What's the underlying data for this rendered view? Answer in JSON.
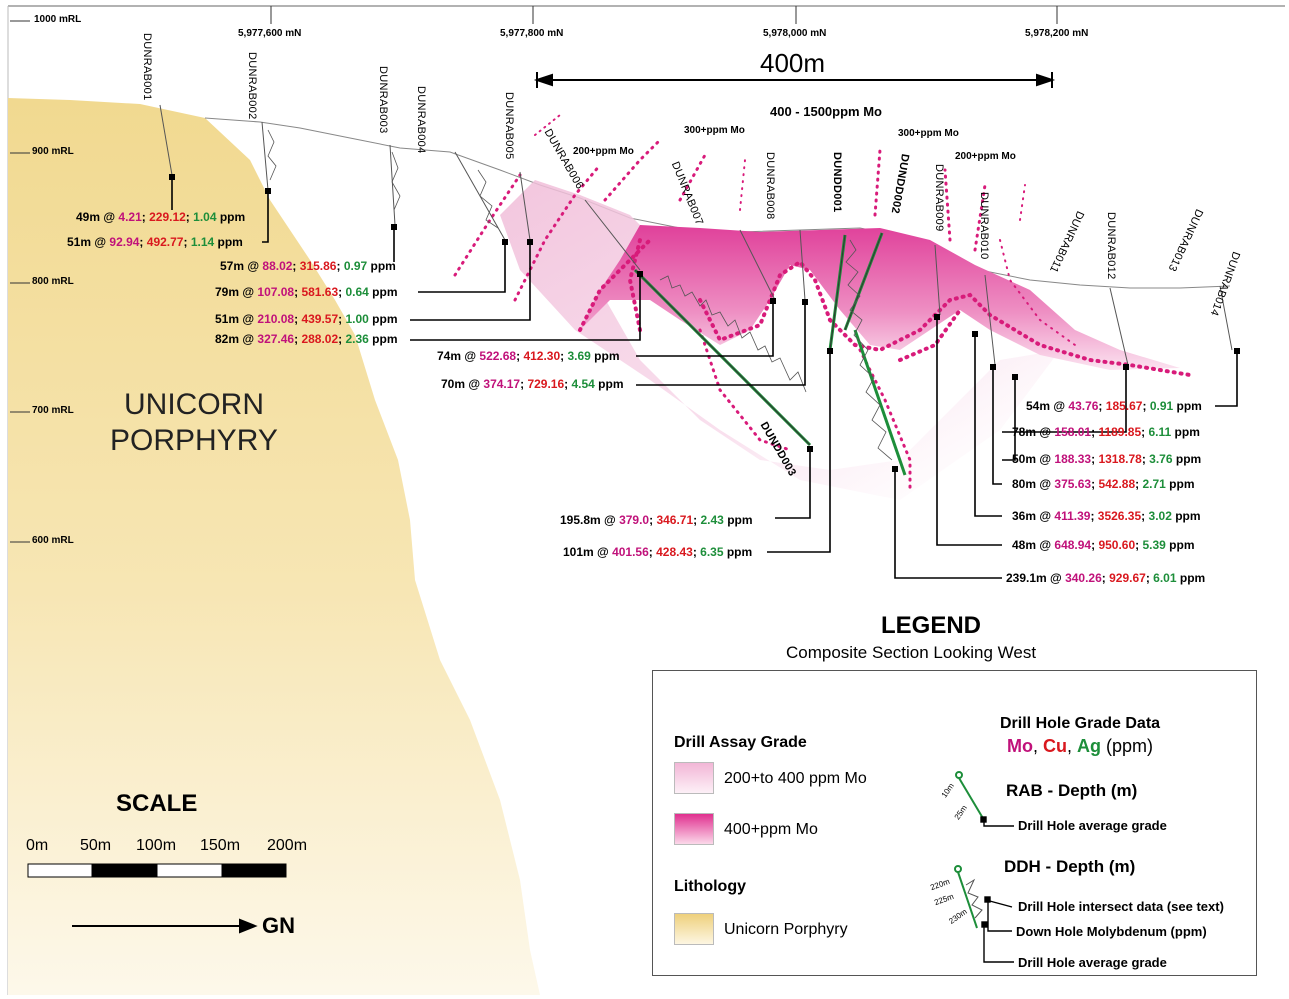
{
  "section_labels": {
    "rl_labels": [
      "1000 mRL",
      "900 mRL",
      "800 mRL",
      "700 mRL",
      "600 mRL"
    ],
    "northings": [
      "5,977,600 mN",
      "5,977,800 mN",
      "5,978,000 mN",
      "5,978,200 mN"
    ],
    "scale_bar_400": "400m",
    "range_label": "400 - 1500ppm Mo",
    "thresholds": [
      "200+ppm Mo",
      "300+ppm Mo",
      "300+ppm Mo",
      "200+ppm Mo"
    ],
    "rock_name_line1": "UNICORN",
    "rock_name_line2": "PORPHYRY"
  },
  "drill_holes": [
    "DUNRAB001",
    "DUNRAB002",
    "DUNRAB003",
    "DUNRAB004",
    "DUNRAB005",
    "DUNRAB006",
    "DUNRAB007",
    "DUNRAB008",
    "DUNDD001",
    "DUNDD002",
    "DUNRAB009",
    "DUNRAB010",
    "DUNRAB011",
    "DUNRAB012",
    "DUNRAB013",
    "DUNRAB014",
    "DUNDD003"
  ],
  "assays": [
    {
      "len": "49m @ ",
      "mo": "4.21",
      "cu": "229.12",
      "ag": "1.04",
      "unit": " ppm"
    },
    {
      "len": "51m @ ",
      "mo": "92.94",
      "cu": "492.77",
      "ag": "1.14",
      "unit": " ppm"
    },
    {
      "len": "57m @ ",
      "mo": "88.02",
      "cu": "315.86",
      "ag": "0.97",
      "unit": " ppm"
    },
    {
      "len": "79m @ ",
      "mo": "107.08",
      "cu": "581.63",
      "ag": "0.64",
      "unit": " ppm"
    },
    {
      "len": "51m @ ",
      "mo": "210.08",
      "cu": "439.57",
      "ag": "1.00",
      "unit": " ppm"
    },
    {
      "len": "82m @ ",
      "mo": "327.46",
      "cu": "288.02",
      "ag": "2.36",
      "unit": " ppm"
    },
    {
      "len": "74m @ ",
      "mo": "522.68",
      "cu": "412.30",
      "ag": "3.69",
      "unit": "  ppm"
    },
    {
      "len": "70m @ ",
      "mo": "374.17",
      "cu": "729.16",
      "ag": "4.54",
      "unit": " ppm"
    },
    {
      "len": "195.8m @ ",
      "mo": "379.0",
      "cu": "346.71",
      "ag": "2.43",
      "unit": " ppm"
    },
    {
      "len": "101m @ ",
      "mo": "401.56",
      "cu": "428.43",
      "ag": "6.35",
      "unit": " ppm"
    },
    {
      "len": "54m @ ",
      "mo": "43.76",
      "cu": "185.67",
      "ag": "0.91",
      "unit": " ppm"
    },
    {
      "len": "78m @ ",
      "mo": "158.01",
      "cu": "1189.85",
      "ag": "6.11",
      "unit": " ppm"
    },
    {
      "len": "50m @ ",
      "mo": "188.33",
      "cu": "1318.78",
      "ag": "3.76",
      "unit": " ppm"
    },
    {
      "len": "80m @ ",
      "mo": "375.63",
      "cu": "542.88",
      "ag": "2.71",
      "unit": " ppm"
    },
    {
      "len": "36m @ ",
      "mo": "411.39",
      "cu": "3526.35",
      "ag": "3.02",
      "unit": " ppm"
    },
    {
      "len": "48m @ ",
      "mo": "648.94",
      "cu": "950.60",
      "ag": "5.39",
      "unit": " ppm"
    },
    {
      "len": "239.1m @ ",
      "mo": "340.26",
      "cu": "929.67",
      "ag": "6.01",
      "unit": " ppm"
    }
  ],
  "scale": {
    "title": "SCALE",
    "ticks": [
      "0m",
      "50m",
      "100m",
      "150m",
      "200m"
    ],
    "north_label": "GN"
  },
  "legend": {
    "title": "LEGEND",
    "subtitle": "Composite Section Looking West",
    "assay_heading": "Drill Assay Grade",
    "assay_low": "200+to 400 ppm Mo",
    "assay_high": "400+ppm Mo",
    "lith_heading": "Lithology",
    "lith_item": "Unicorn Porphyry",
    "grade_heading": "Drill Hole Grade Data",
    "grade_mo": "Mo",
    "grade_cu": "Cu",
    "grade_ag": "Ag",
    "grade_unit": " (ppm)",
    "rab_heading": "RAB  - Depth (m)",
    "rab_10": "10m",
    "rab_25": "25m",
    "rab_avg": "Drill Hole average grade",
    "ddh_heading": "DDH - Depth (m)",
    "ddh_220": "220m",
    "ddh_225": "225m",
    "ddh_230": "230m",
    "ddh_intersect": "Drill Hole intersect data (see text)",
    "ddh_downhole": "Down Hole Molybdenum (ppm)",
    "ddh_avg": "Drill Hole average grade"
  },
  "colors": {
    "porphyry": "#f1d990",
    "mo_high": "#e0409a",
    "mo_low": "#f4c6e0",
    "mo_text": "#c0117a",
    "cu_text": "#d9181e",
    "ag_text": "#1d8e3a"
  }
}
